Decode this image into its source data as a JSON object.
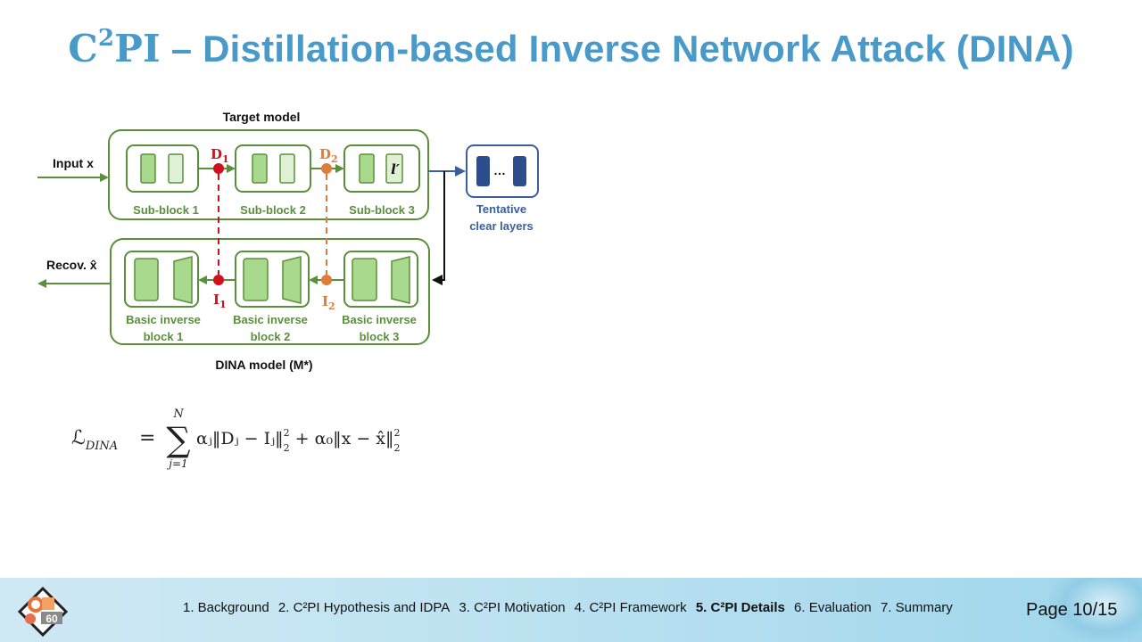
{
  "title": {
    "prefix_c": "C",
    "prefix_sup": "2",
    "prefix_pi": "PI",
    "rest": " – Distillation-based Inverse Network Attack (DINA)"
  },
  "diagram": {
    "target_model_label": "Target model",
    "input_label": "Input x",
    "sub_blocks": [
      "Sub-block 1",
      "Sub-block 2",
      "Sub-block 3"
    ],
    "l_prime": "l′",
    "d1": "D",
    "d1_sub": "1",
    "d2": "D",
    "d2_sub": "2",
    "i1": "I",
    "i1_sub": "1",
    "i2": "I",
    "i2_sub": "2",
    "tentative_line1": "Tentative",
    "tentative_line2": "clear layers",
    "ellipsis": "…",
    "recov_label": "Recov. x̂",
    "inverse_blocks": [
      {
        "line1": "Basic inverse",
        "line2": "block 1"
      },
      {
        "line1": "Basic inverse",
        "line2": "block 2"
      },
      {
        "line1": "Basic inverse",
        "line2": "block 3"
      }
    ],
    "dina_model_label": "DINA model (M*)"
  },
  "formula": {
    "lhs": "ℒ",
    "lhs_sub": "DINA",
    "equals": "=",
    "sum_upper": "N",
    "sum_lower": "j=1",
    "body": "αⱼ‖Dⱼ − Iⱼ‖",
    "tail": " + α₀‖x − x̂‖"
  },
  "footer": {
    "nav": [
      {
        "label": "1. Background",
        "active": false
      },
      {
        "label": "2. C²PI Hypothesis and IDPA",
        "active": false
      },
      {
        "label": "3. C²PI Motivation",
        "active": false
      },
      {
        "label": "4. C²PI Framework",
        "active": false
      },
      {
        "label": "5. C²PI Details",
        "active": true
      },
      {
        "label": "6. Evaluation",
        "active": false
      },
      {
        "label": "7. Summary",
        "active": false
      }
    ],
    "page": "Page 10/15",
    "logo_text": "60"
  },
  "colors": {
    "title": "#4a9ac9",
    "green_border": "#5a8f3c",
    "green_fill": "#a8d98c",
    "green_text": "#5a8f3c",
    "red": "#d0101e",
    "orange": "#e07b39",
    "blue": "#3a5f9c",
    "footer_bg": "#bfe3f1"
  }
}
